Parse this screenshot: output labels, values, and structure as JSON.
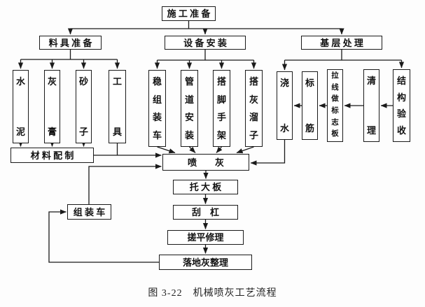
{
  "caption": "图 3-22　机械喷灰工艺流程",
  "nodes": {
    "construction_prep": "施 工 准 备",
    "material_tool_prep": "料 具 准 备",
    "equipment_install": "设 备 安 装",
    "base_treatment": "基 层 处 理",
    "cement": "水泥",
    "lime_paste": "灰膏",
    "sand": "砂子",
    "tools": "工具",
    "material_mixing": "材 料 配 制",
    "mixer_truck": "稳组装车",
    "pipe_install": "管道安装",
    "scaffolding": "搭脚手架",
    "ash_chute": "搭灰溜子",
    "watering": "浇水",
    "screed_strips": "标筋",
    "marking_board": "拉线做标志板",
    "cleaning": "清理",
    "structure_acceptance": "结构验收",
    "spray_ash": "喷　　灰",
    "carry_big_board": "托 大 板",
    "scraper_bar": "刮　杠",
    "rub_flat_repair": "搓平修理",
    "fallen_ash_cleanup": "落地灰整理",
    "assembly_truck": "组 装 车"
  },
  "edges": [
    [
      "construction_prep",
      "material_tool_prep"
    ],
    [
      "construction_prep",
      "equipment_install"
    ],
    [
      "construction_prep",
      "base_treatment"
    ],
    [
      "material_tool_prep",
      "cement"
    ],
    [
      "material_tool_prep",
      "lime_paste"
    ],
    [
      "material_tool_prep",
      "sand"
    ],
    [
      "material_tool_prep",
      "tools"
    ],
    [
      "cement",
      "material_mixing"
    ],
    [
      "lime_paste",
      "material_mixing"
    ],
    [
      "sand",
      "material_mixing"
    ],
    [
      "tools",
      "spray_ash"
    ],
    [
      "material_mixing",
      "spray_ash"
    ],
    [
      "equipment_install",
      "mixer_truck"
    ],
    [
      "equipment_install",
      "pipe_install"
    ],
    [
      "equipment_install",
      "scaffolding"
    ],
    [
      "equipment_install",
      "ash_chute"
    ],
    [
      "mixer_truck",
      "spray_ash"
    ],
    [
      "pipe_install",
      "spray_ash"
    ],
    [
      "scaffolding",
      "spray_ash"
    ],
    [
      "ash_chute",
      "spray_ash"
    ],
    [
      "base_treatment",
      "structure_acceptance"
    ],
    [
      "base_treatment",
      "watering"
    ],
    [
      "structure_acceptance",
      "cleaning"
    ],
    [
      "cleaning",
      "marking_board"
    ],
    [
      "marking_board",
      "screed_strips"
    ],
    [
      "screed_strips",
      "watering"
    ],
    [
      "watering",
      "spray_ash"
    ],
    [
      "spray_ash",
      "carry_big_board"
    ],
    [
      "carry_big_board",
      "scraper_bar"
    ],
    [
      "scraper_bar",
      "rub_flat_repair"
    ],
    [
      "rub_flat_repair",
      "fallen_ash_cleanup"
    ],
    [
      "fallen_ash_cleanup",
      "assembly_truck"
    ],
    [
      "assembly_truck",
      "spray_ash"
    ]
  ]
}
